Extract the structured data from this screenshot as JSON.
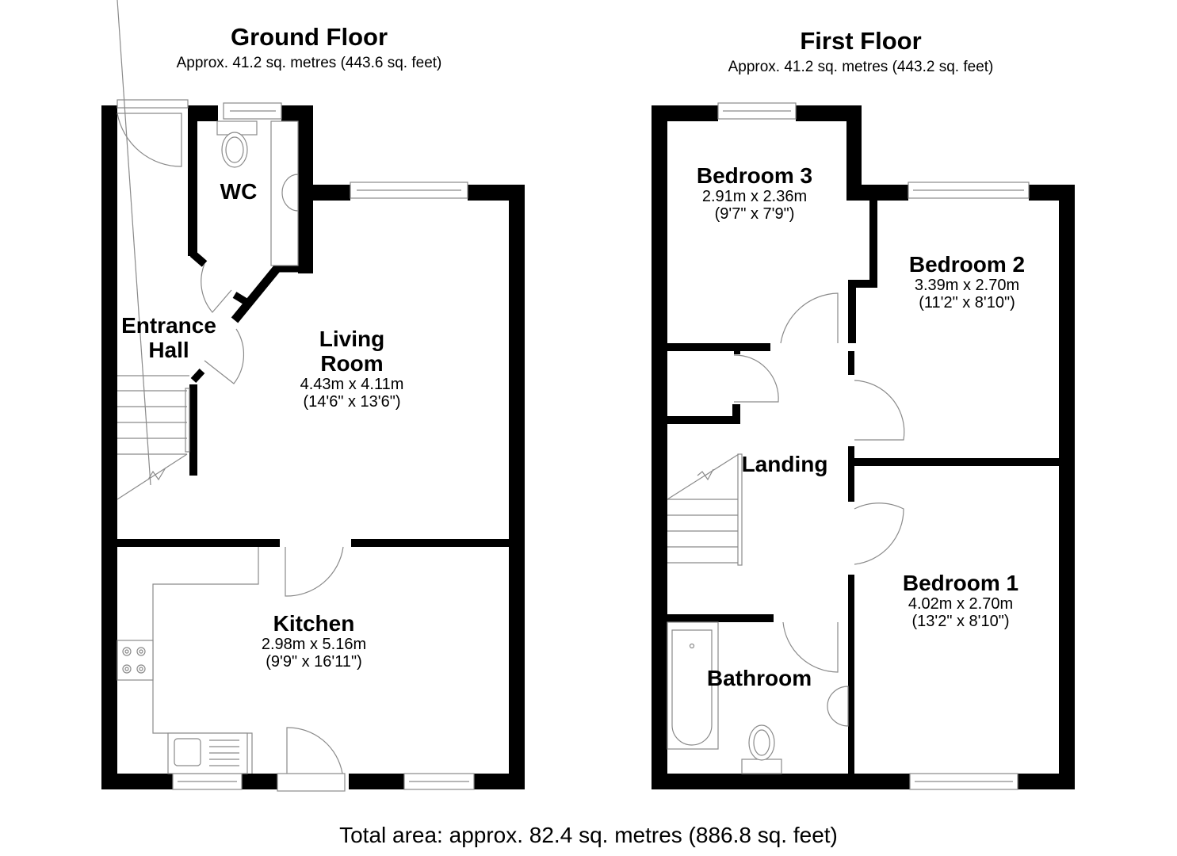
{
  "ground_floor": {
    "title": "Ground Floor",
    "area": "Approx. 41.2 sq. metres (443.6 sq. feet)",
    "rooms": [
      {
        "name": "WC",
        "metric": "",
        "imperial": ""
      },
      {
        "name": "Entrance Hall",
        "name_line1": "Entrance",
        "name_line2": "Hall",
        "metric": "",
        "imperial": ""
      },
      {
        "name": "Living Room",
        "name_line1": "Living",
        "name_line2": "Room",
        "metric": "4.43m x 4.11m",
        "imperial": "(14'6\" x 13'6\")"
      },
      {
        "name": "Kitchen",
        "metric": "2.98m x 5.16m",
        "imperial": "(9'9\" x 16'11\")"
      }
    ]
  },
  "first_floor": {
    "title": "First Floor",
    "area": "Approx. 41.2 sq. metres (443.2 sq. feet)",
    "rooms": [
      {
        "name": "Bedroom 3",
        "metric": "2.91m x 2.36m",
        "imperial": "(9'7\" x 7'9\")"
      },
      {
        "name": "Bedroom 2",
        "metric": "3.39m x 2.70m",
        "imperial": "(11'2\" x 8'10\")"
      },
      {
        "name": "Landing",
        "metric": "",
        "imperial": ""
      },
      {
        "name": "Bedroom 1",
        "metric": "4.02m x 2.70m",
        "imperial": "(13'2\" x 8'10\")"
      },
      {
        "name": "Bathroom",
        "metric": "",
        "imperial": ""
      }
    ]
  },
  "total_area": "Total area: approx. 82.4 sq. metres (886.8 sq. feet)",
  "colors": {
    "wall": "#000000",
    "fixture_line": "#7a7a7a",
    "background": "#ffffff"
  }
}
